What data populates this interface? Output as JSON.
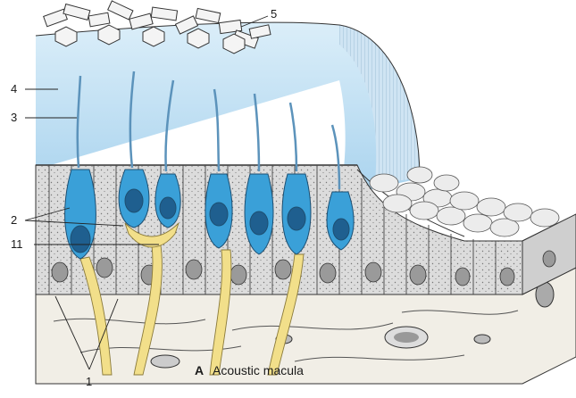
{
  "caption": {
    "letter": "A",
    "text": "Acoustic macula"
  },
  "labels": {
    "otoconia": "5",
    "otolithic_membrane": "4",
    "stereocilia": "3",
    "hair_cells": "2",
    "nerve_endings": "11",
    "supporting_cells": "1"
  },
  "colors": {
    "membrane": "#bcdcf0",
    "hair_cell": "#3aa0d8",
    "nerve": "#f2df8a",
    "epithelium": "#d9d9d9",
    "connective": "#f1eee6"
  }
}
